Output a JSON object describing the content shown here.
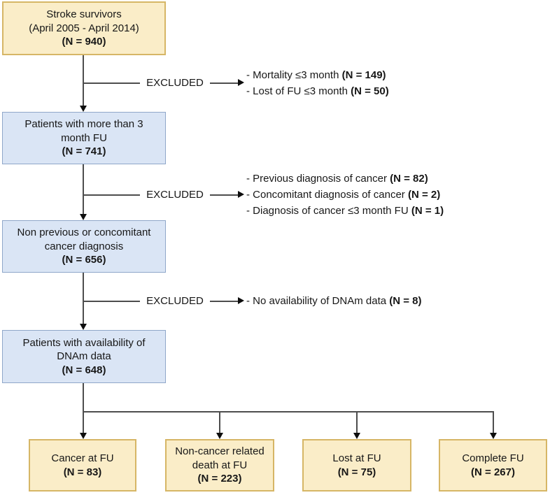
{
  "colors": {
    "yellow_fill": "#FAEDC8",
    "yellow_border": "#D6B666",
    "blue_fill": "#DAE5F5",
    "blue_border": "#8FA7C9",
    "line": "#4D4D4D",
    "arrowhead": "#0D0D0D",
    "text": "#171717",
    "background": "#FFFFFF"
  },
  "flow": {
    "excluded_label": "EXCLUDED",
    "boxes": {
      "stroke_survivors": {
        "lines": [
          "Stroke survivors",
          "(April 2005 - April 2014)"
        ],
        "n": "(N = 940)"
      },
      "more_than_3_month_fu": {
        "lines": [
          "Patients with more than 3",
          "month FU"
        ],
        "n": "(N = 741)"
      },
      "non_previous_cancer": {
        "lines": [
          "Non previous or concomitant",
          "cancer diagnosis"
        ],
        "n": "(N = 656)"
      },
      "dnam_availability": {
        "lines": [
          "Patients with availability of",
          "DNAm data"
        ],
        "n": "(N = 648)"
      },
      "cancer_at_fu": {
        "lines": [
          "Cancer at FU"
        ],
        "n": "(N = 83)"
      },
      "noncancer_death_at_fu": {
        "lines": [
          "Non-cancer related",
          "death at FU"
        ],
        "n": "(N = 223)"
      },
      "lost_at_fu": {
        "lines": [
          "Lost at FU"
        ],
        "n": "(N = 75)"
      },
      "complete_fu": {
        "lines": [
          "Complete FU"
        ],
        "n": "(N = 267)"
      }
    },
    "exclusions": {
      "first": {
        "items": [
          {
            "text": "- Mortality ≤3 month ",
            "n": "(N = 149)"
          },
          {
            "text": "- Lost of FU ≤3 month ",
            "n": "(N = 50)"
          }
        ]
      },
      "second": {
        "items": [
          {
            "text": "- Previous diagnosis of cancer ",
            "n": "(N = 82)"
          },
          {
            "text": "- Concomitant diagnosis of cancer ",
            "n": "(N = 2)"
          },
          {
            "text": "- Diagnosis of cancer ≤3 month FU ",
            "n": "(N = 1)"
          }
        ]
      },
      "third": {
        "items": [
          {
            "text": "- No availability of DNAm data ",
            "n": "(N = 8)"
          }
        ]
      }
    }
  }
}
